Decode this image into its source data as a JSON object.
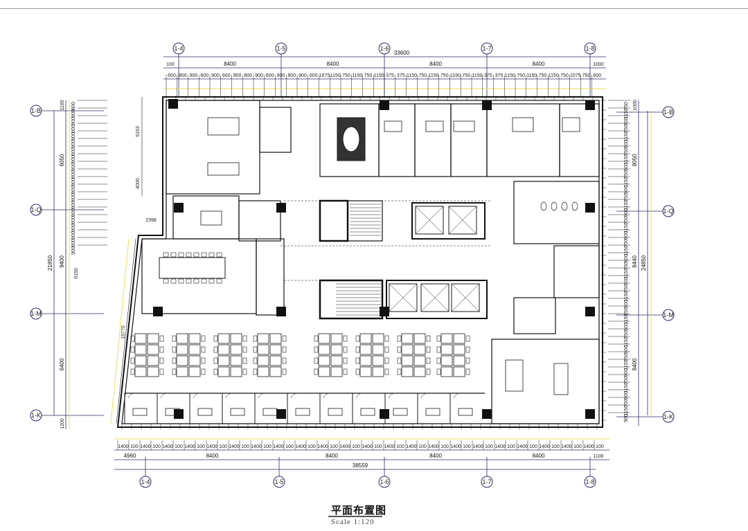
{
  "drawing": {
    "title": "平面布置图",
    "scale": "Scale  1:120"
  },
  "axes": {
    "columns": [
      "1-4",
      "1-5",
      "1-6",
      "1-7",
      "1-8"
    ],
    "rows": [
      "1-B",
      "1-Q",
      "1-M",
      "1-K"
    ]
  },
  "dimensions": {
    "top_total": "33600",
    "top_bays": [
      "8400",
      "8400",
      "8400",
      "8400"
    ],
    "top_left_edge": "100",
    "top_right_edge": "1000",
    "top_detail": [
      "600",
      "900",
      "900",
      "600",
      "900",
      "600",
      "900",
      "800",
      "900",
      "600",
      "900",
      "800",
      "900",
      "600",
      "1675",
      "1150",
      "750",
      "1150",
      "750",
      "1150",
      "375",
      "375",
      "1150",
      "750",
      "1150",
      "750",
      "1150",
      "750",
      "1150",
      "375",
      "375",
      "1150",
      "750",
      "1150",
      "750",
      "1150",
      "750",
      "1075",
      "750",
      "600"
    ],
    "bottom_total": "38559",
    "bottom_bays": [
      "4960",
      "8400",
      "8400",
      "8400",
      "8400"
    ],
    "bottom_right_edge": "1100",
    "left_total": "21850",
    "left_bays": [
      "6050",
      "9400",
      "6400"
    ],
    "left_sub": "6150",
    "left_bottom": "1200",
    "left_top": "1100",
    "left_upper_a": "5153",
    "left_upper_b": "4000",
    "left_slant": "15770",
    "right_total": "24850",
    "right_bays": [
      "8050",
      "8440",
      "8400"
    ],
    "right_top": "1000",
    "left_small": "2398"
  },
  "colors": {
    "line": "#1a1a1a",
    "wall": "#111111",
    "accent": "#e8e25a",
    "grid": "#2a2a66"
  }
}
